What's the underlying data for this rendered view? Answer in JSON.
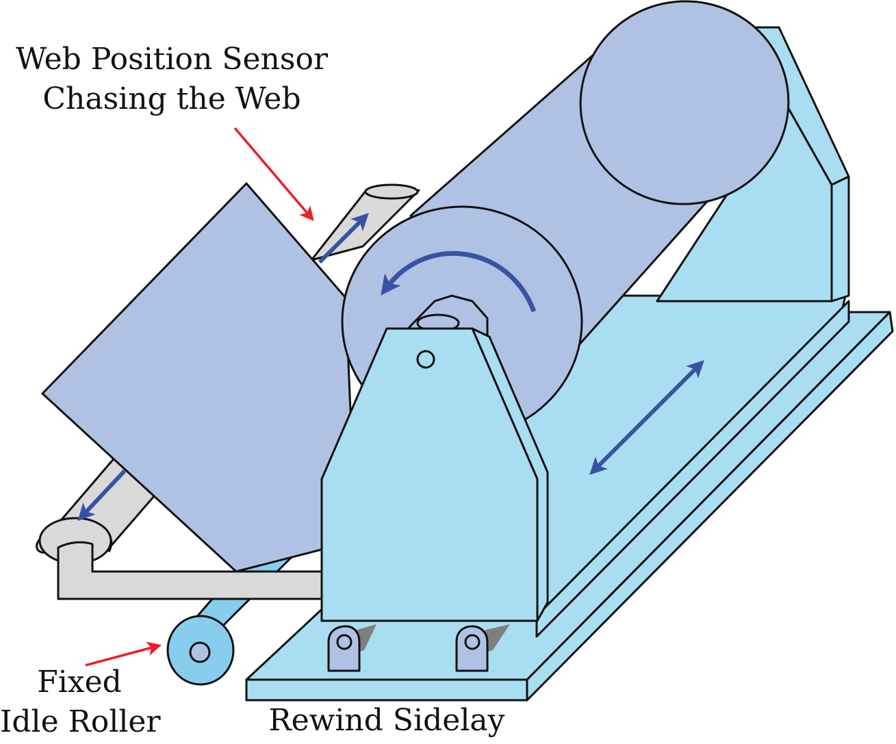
{
  "labels": {
    "sensor_line1": "Web Position Sensor",
    "sensor_line2": "Chasing the Web",
    "idle_line1": "Fixed",
    "idle_line2": "Idle Roller",
    "sidelay": "Rewind Sidelay"
  },
  "colors": {
    "frame_light_blue": "#a9ddf2",
    "roll_periwinkle": "#afc2e4",
    "sensor_gray": "#d9d9d9",
    "idle_roller_blue": "#86cdee",
    "motion_arrow_blue": "#3852a4",
    "callout_arrow_red": "#ee1c25",
    "outline": "#111111"
  },
  "icons": {
    "rotation": "curved-arrow-icon",
    "traverse": "double-headed-arrow-icon",
    "callout": "red-pointer-arrow-icon"
  }
}
